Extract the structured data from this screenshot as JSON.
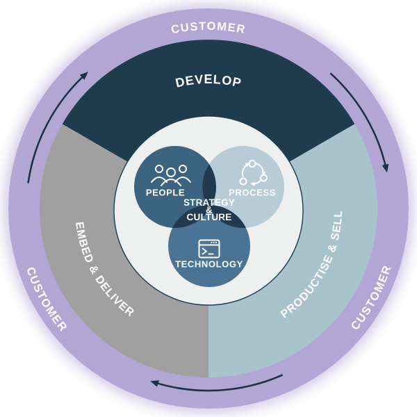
{
  "colors": {
    "ring": "#b2a6d4",
    "arrow": "#1c3347",
    "develop_segment": "#1e3c4e",
    "productise_segment": "#a9c3cc",
    "embed_segment": "#a0a0a0",
    "core_bg": "#eef0f0",
    "core_border": "#1e3c4e",
    "overlap": "#223a50",
    "people_circle": "#3c6380",
    "process_circle": "#b8ccd8",
    "technology_circle": "#4a7394",
    "label_text": "#ffffff"
  },
  "ring": {
    "label_top": "CUSTOMER",
    "label_left": "CUSTOMER",
    "label_right": "CUSTOMER",
    "flow_direction": "clockwise",
    "arrow_count": 3
  },
  "segments": {
    "top": {
      "label": "DEVELOP"
    },
    "right": {
      "label": "PRODUCTISE & SELL"
    },
    "left": {
      "label": "EMBED & DELIVER"
    }
  },
  "venn": {
    "people": {
      "label": "PEOPLE",
      "icon": "people-group-icon"
    },
    "process": {
      "label": "PROCESS",
      "icon": "cycle-arrows-icon"
    },
    "technology": {
      "label": "TECHNOLOGY",
      "icon": "terminal-window-icon"
    },
    "center": {
      "line1": "STRATEGY",
      "line2": "&",
      "line3": "CULTURE"
    }
  }
}
